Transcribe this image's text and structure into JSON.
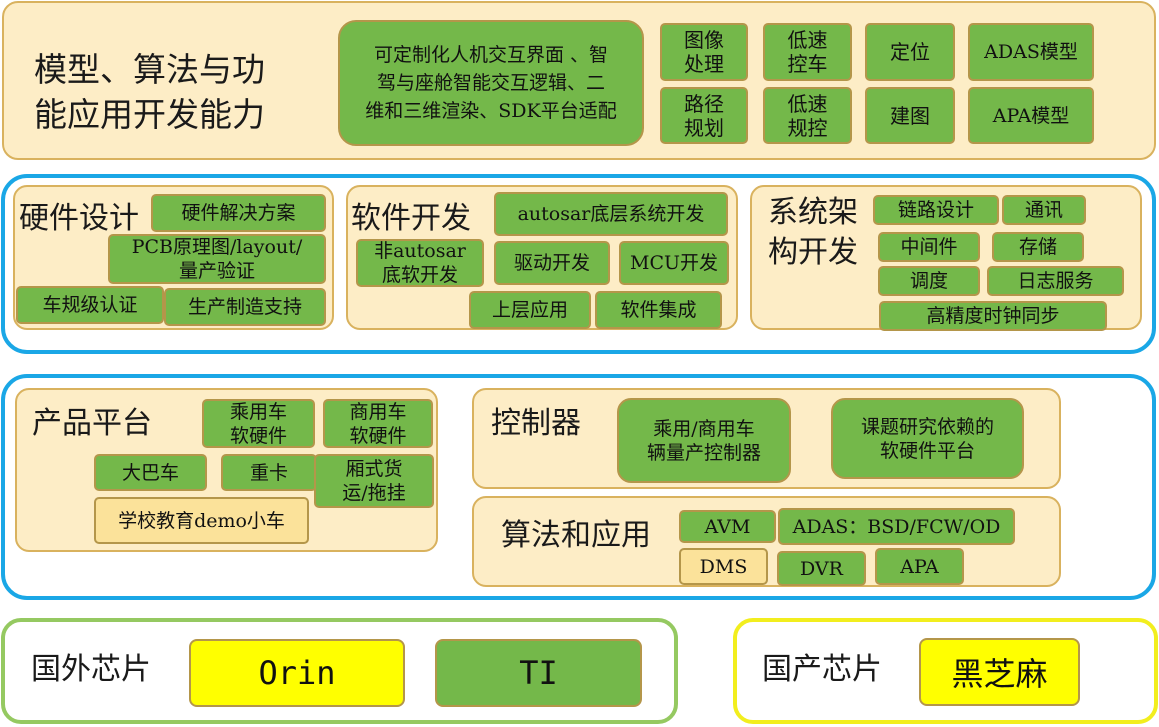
{
  "top": {
    "title": "模型、算法与功\n能应用开发能力",
    "hmi": "可定制化人机交互界面 、智\n驾与座舱智能交互逻辑、二\n维和三维渲染、SDK平台适配",
    "image_processing": "图像\n处理",
    "path_planning": "路径\n规划",
    "low_speed_control": "低速\n控车",
    "low_speed_planning": "低速\n规控",
    "localization": "定位",
    "mapping": "建图",
    "adas_model": "ADAS模型",
    "apa_model": "APA模型"
  },
  "hardware": {
    "title": "硬件设计",
    "solution": "硬件解决方案",
    "pcb": "PCB原理图/layout/\n量产验证",
    "auto_grade": "车规级认证",
    "manufacturing": "生产制造支持"
  },
  "software": {
    "title": "软件开发",
    "autosar_base": "autosar底层系统开发",
    "non_autosar": "非autosar\n底软开发",
    "driver": "驱动开发",
    "mcu": "MCU开发",
    "upper_app": "上层应用",
    "integration": "软件集成"
  },
  "architecture": {
    "title": "系统架\n构开发",
    "link_design": "链路设计",
    "comm": "通讯",
    "middleware": "中间件",
    "storage": "存储",
    "scheduling": "调度",
    "logging": "日志服务",
    "time_sync": "高精度时钟同步"
  },
  "product": {
    "title": "产品平台",
    "passenger": "乘用车\n软硬件",
    "commercial": "商用车\n软硬件",
    "bus": "大巴车",
    "truck": "重卡",
    "van": "厢式货\n运/拖挂",
    "school": "学校教育demo小车"
  },
  "controller": {
    "title": "控制器",
    "mass_production": "乘用/商用车\n辆量产控制器",
    "research": "课题研究依赖的\n软硬件平台"
  },
  "algo": {
    "title": "算法和应用",
    "avm": "AVM",
    "adas": "ADAS：BSD/FCW/OD",
    "dms": "DMS",
    "dvr": "DVR",
    "apa": "APA"
  },
  "foreign_chips": {
    "title": "国外芯片",
    "orin": "Orin",
    "ti": "TI"
  },
  "domestic_chips": {
    "title": "国产芯片",
    "heizhima": "黑芝麻"
  },
  "colors": {
    "green": "#74b84a",
    "panel": "#fdedc6",
    "pale": "#fbe29a",
    "yellow": "#ffff00",
    "blue_frame": "#1aa7e6",
    "green_frame": "#95c961",
    "yellow_frame": "#f2ee1e"
  }
}
